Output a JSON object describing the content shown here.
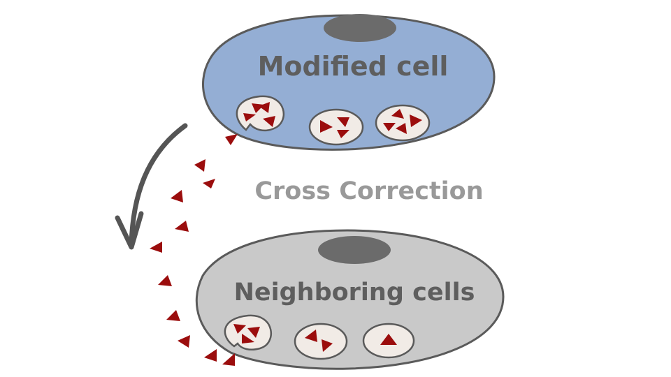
{
  "labels": {
    "top_cell": "Modified cell",
    "bottom_cell": "Neighboring cells",
    "process": "Cross Correction"
  },
  "colors": {
    "top_cell_fill": "#94aed4",
    "bottom_cell_fill": "#c9c9c9",
    "outline": "#5a5a5a",
    "nucleus": "#6b6b6b",
    "vesicle_fill": "#f1ebe6",
    "enzyme": "#9b0d0d",
    "cell_text": "#5e5e5e",
    "process_text": "#999999",
    "arrow": "#555555"
  },
  "icons": {
    "enzyme": "red-triangle-icon",
    "transfer_arrow": "curved-arrow-down-icon"
  }
}
